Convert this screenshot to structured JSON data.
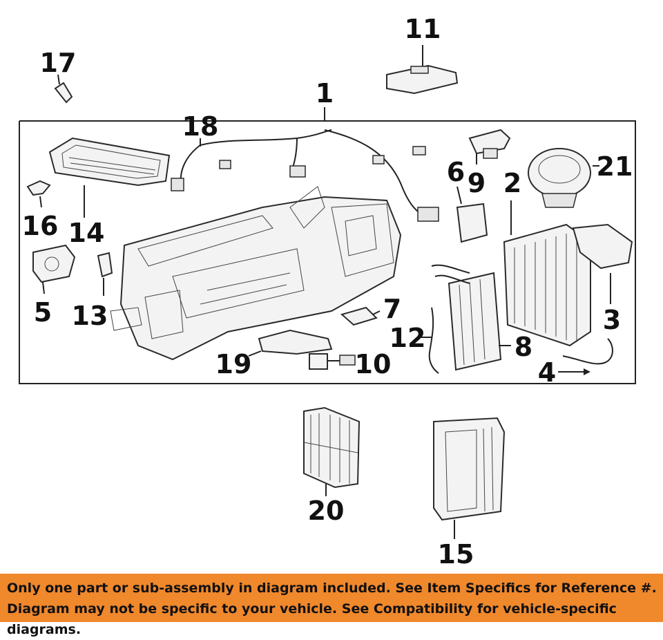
{
  "callouts": [
    "1",
    "2",
    "3",
    "4",
    "5",
    "6",
    "7",
    "8",
    "9",
    "10",
    "11",
    "12",
    "13",
    "14",
    "15",
    "16",
    "17",
    "18",
    "19",
    "20",
    "21"
  ],
  "notice": {
    "line1": "Only one part or sub-assembly in diagram included. See Item Specifics for Reference #.",
    "line2": "Diagram may not be specific to your vehicle. See Compatibility for vehicle-specific diagrams."
  },
  "colors": {
    "banner": "#F0882C",
    "ink": "#111111",
    "background": "#FFFFFF"
  }
}
